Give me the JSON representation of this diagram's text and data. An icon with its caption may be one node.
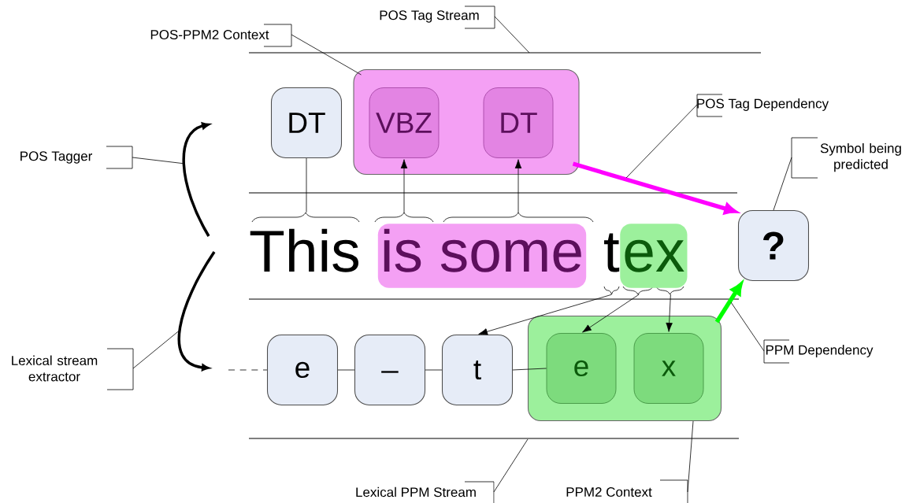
{
  "diagram": {
    "nodes": [
      {
        "text": [
          "DT"
        ]
      },
      {
        "text": [],
        "shape": "box"
      },
      {
        "text": [
          "VBZ"
        ],
        "in": 1
      },
      {
        "text": [
          "DT"
        ],
        "in": 1
      },
      {
        "text": [
          "This"
        ]
      },
      {
        "text": [
          "is some"
        ]
      },
      {
        "text": [
          "t"
        ]
      },
      {
        "text": [
          "ex"
        ]
      },
      {
        "text": [
          "?"
        ]
      },
      {
        "text": [
          "e"
        ]
      },
      {
        "text": [
          "_"
        ]
      },
      {
        "text": [
          "t"
        ]
      },
      {
        "text": [],
        "shape": "box"
      },
      {
        "text": [
          "e"
        ],
        "in": 12
      },
      {
        "text": [
          "x"
        ],
        "in": 12
      },
      {
        "text": [
          "POS Tag Stream"
        ]
      },
      {
        "text": [
          "POS-PPM2 Context"
        ]
      },
      {
        "text": [
          "POS Tag Dependency"
        ]
      },
      {
        "text": [
          "POS Tagger"
        ]
      },
      {
        "text": [
          "Symbol being predicted"
        ]
      },
      {
        "text": [
          "Lexical stream extractor"
        ]
      },
      {
        "text": [
          "PPM Dependency"
        ]
      },
      {
        "text": [
          "Lexical PPM Stream"
        ]
      },
      {
        "text": [
          "PPM2 Context"
        ]
      }
    ],
    "edges": [
      {
        "from": 4,
        "to": 0,
        "arrow": "none"
      },
      {
        "from": 5,
        "to": 2,
        "arrow": "to"
      },
      {
        "from": 5,
        "to": 3,
        "arrow": "to"
      },
      {
        "from": 6,
        "to": 11,
        "arrow": "to"
      },
      {
        "from": 7,
        "to": 13,
        "arrow": "to"
      },
      {
        "from": 7,
        "to": 14,
        "arrow": "to"
      },
      {
        "from": 1,
        "to": 8,
        "arrow": "to",
        "style": "thick",
        "color": "#ff00ff"
      },
      {
        "from": 12,
        "to": 8,
        "arrow": "to",
        "style": "thick",
        "color": "#00ff00"
      },
      {
        "from": null,
        "to": 9,
        "arrow": "none",
        "style": "dashed"
      },
      {
        "from": 9,
        "to": 10,
        "arrow": "none"
      },
      {
        "from": 10,
        "to": 11,
        "arrow": "none"
      },
      {
        "from": 11,
        "to": 13,
        "arrow": "none"
      },
      {
        "from": 15,
        "to": null,
        "arrow": "none"
      },
      {
        "from": 16,
        "to": 1,
        "arrow": "none"
      },
      {
        "from": 17,
        "to": null,
        "arrow": "none"
      },
      {
        "from": 18,
        "to": null,
        "arrow": "none"
      },
      {
        "from": 19,
        "to": 8,
        "arrow": "none"
      },
      {
        "from": 20,
        "to": null,
        "arrow": "none"
      },
      {
        "from": 21,
        "to": null,
        "arrow": "none"
      },
      {
        "from": 22,
        "to": null,
        "arrow": "none"
      },
      {
        "from": 23,
        "to": 12,
        "arrow": "none"
      }
    ]
  }
}
